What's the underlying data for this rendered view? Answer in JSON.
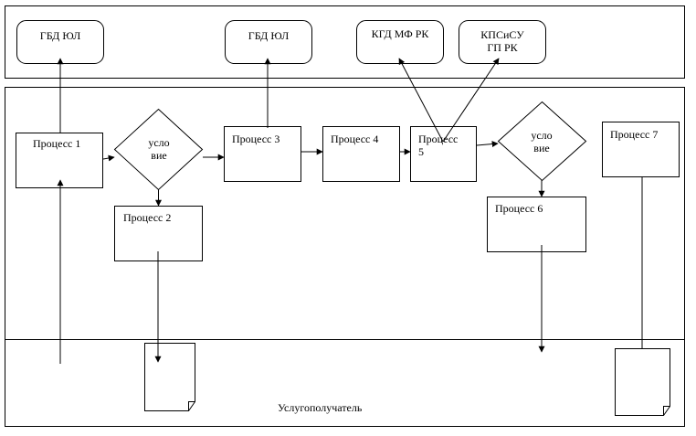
{
  "diagram": {
    "systems": {
      "gbd_1": "ГБД ЮЛ",
      "gbd_2": "ГБД ЮЛ",
      "kgd": "КГД МФ РК",
      "kpsisu": "КПСиСУ\nГП РК"
    },
    "processes": {
      "p1": "Процесс 1",
      "p2": "Процесс 2",
      "p3": "Процесс 3",
      "p4": "Процесс 4",
      "p5": "Процесс\n5",
      "p6": "Процесс 6",
      "p7": "Процесс 7"
    },
    "decisions": {
      "d1": "усло\nвие",
      "d2": "усло\nвие"
    },
    "lanes": {
      "recipient": "Услугополучатель"
    }
  }
}
